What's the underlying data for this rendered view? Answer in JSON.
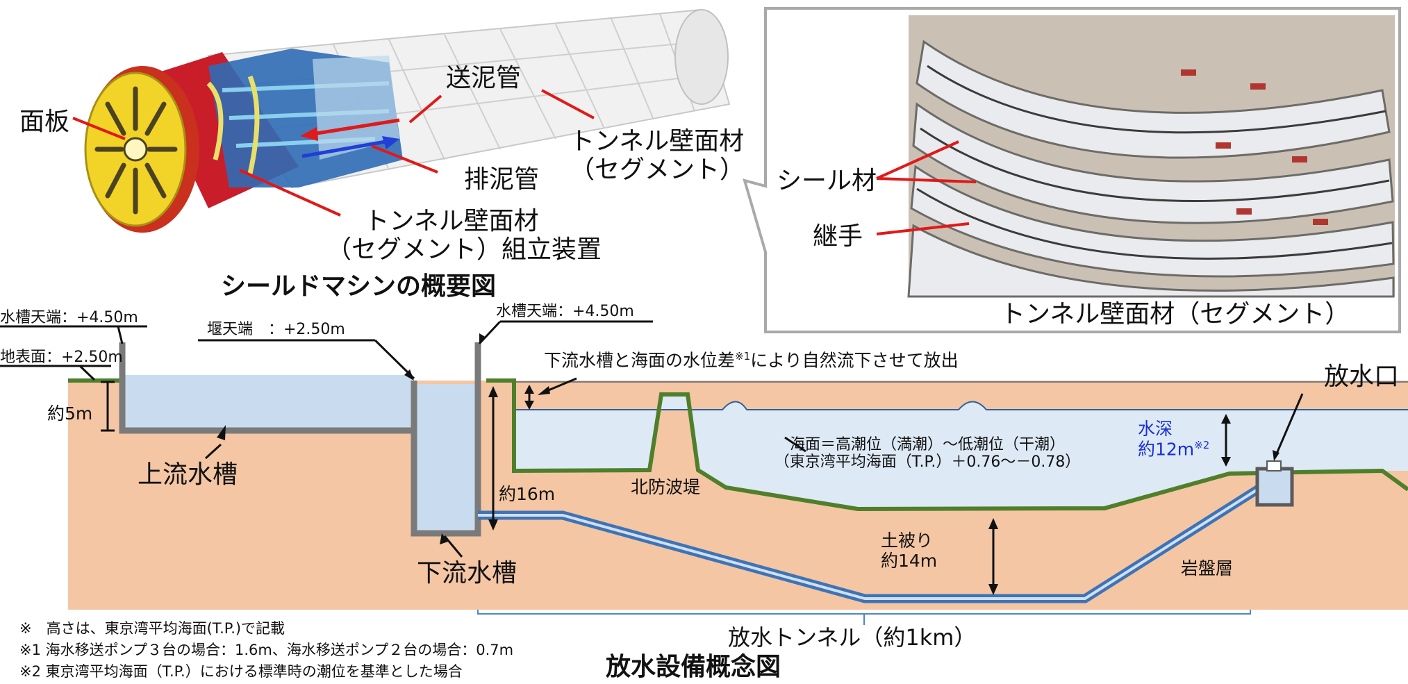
{
  "machine": {
    "title": "シールドマシンの概要図",
    "face_plate": "面板",
    "slurry_feed_pipe": "送泥管",
    "slurry_discharge_pipe": "排泥管",
    "segment_line1": "トンネル壁面材",
    "segment_line2": "（セグメント）",
    "erector_line1": "トンネル壁面材",
    "erector_line2": "（セグメント）組立装置"
  },
  "segment_photo": {
    "caption": "トンネル壁面材（セグメント）",
    "seal": "シール材",
    "joint": "継手"
  },
  "discharge": {
    "title": "放水設備概念図",
    "upper_tank_top": "水槽天端：+4.50m",
    "ground_surface": "地表面：+2.50m",
    "weir_top": "堰天端　：+2.50m",
    "lower_tank_top": "水槽天端：+4.50m",
    "approx_5m": "約5m",
    "approx_16m": "約16m",
    "upper_tank": "上流水槽",
    "lower_tank": "下流水槽",
    "flow_note": "下流水槽と海面の水位差",
    "flow_note_sup": "※1",
    "flow_note_tail": "により自然流下させて放出",
    "outlet": "放水口",
    "sea_level_line1": "海面＝高潮位（満潮）～低潮位（干潮）",
    "sea_level_line2": "（東京湾平均海面（T.P.）＋0.76～－0.78）",
    "depth_line1": "水深",
    "depth_line2": "約12m",
    "depth_sup": "※2",
    "breakwater": "北防波堤",
    "cover_line1": "土被り",
    "cover_line2": "約14m",
    "bedrock": "岩盤層",
    "tunnel": "放水トンネル（約1km）"
  },
  "notes": [
    "※　高さは、東京湾平均海面(T.P.)で記載",
    "※1 海水移送ポンプ３台の場合：1.6m、海水移送ポンプ２台の場合：0.7m",
    "※2 東京湾平均海面（T.P.）における標準時の潮位を基準とした場合"
  ],
  "colors": {
    "soil": "#f4c6a4",
    "water": "#c9dcef",
    "sea": "#dde9f5",
    "seabed": "#4f7f2a",
    "wall": "#7a7a7a",
    "tunnel": "#3f73b4",
    "leader": "#e01919",
    "callout_arrow": "#1f3fd6"
  }
}
